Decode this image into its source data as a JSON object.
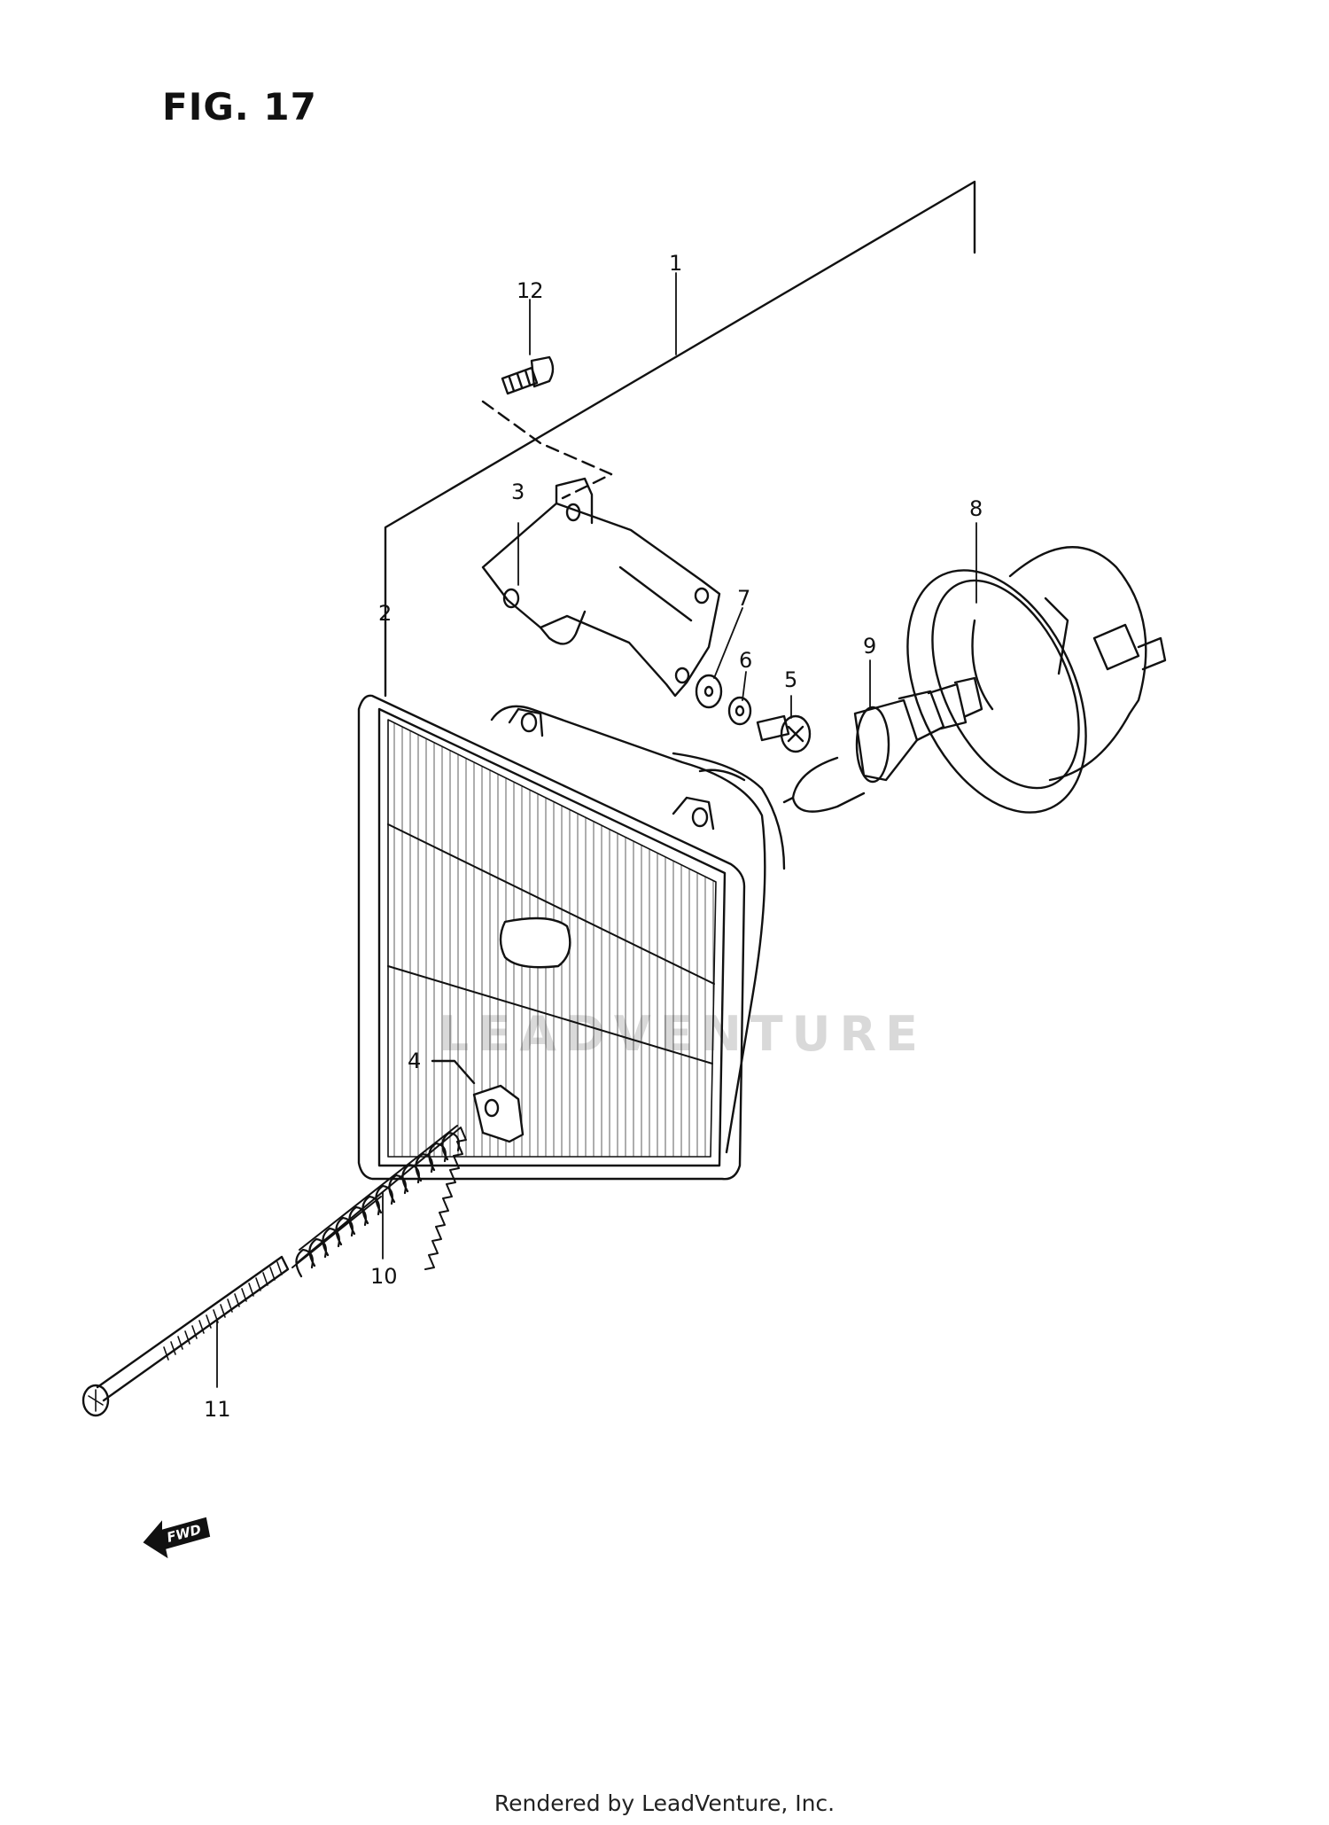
{
  "figure_title": "FIG. 17",
  "watermark": "LEADVENTURE",
  "footer": "Rendered by LeadVenture, Inc.",
  "fwd_label": "FWD",
  "callouts": [
    "1",
    "2",
    "3",
    "4",
    "5",
    "6",
    "7",
    "8",
    "9",
    "10",
    "11",
    "12"
  ],
  "parts": {
    "headlight_assembly": "1",
    "headlight_unit": "2",
    "bracket": "3",
    "nut": "4",
    "screw": "5",
    "lock_washer": "6",
    "washer": "7",
    "socket_cover": "8",
    "bulb": "9",
    "spring": "10",
    "adjusting_screw": "11",
    "bolt": "12"
  }
}
